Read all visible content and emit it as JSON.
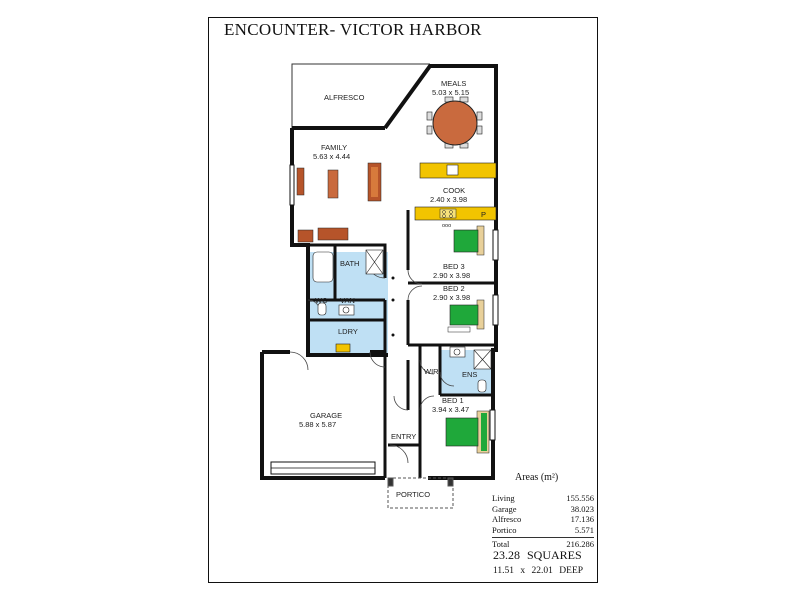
{
  "title": "ENCOUNTER- VICTOR HARBOR",
  "rooms": {
    "alfresco": "ALFRESCO",
    "meals_name": "MEALS",
    "meals_dim": "5.03 x 5.15",
    "family_name": "FAMILY",
    "family_dim": "5.63 x 4.44",
    "cook_name": "COOK",
    "cook_dim": "2.40 x 3.98",
    "bath": "BATH",
    "bed3_name": "BED 3",
    "bed3_dim": "2.90 x 3.98",
    "bed2_name": "BED 2",
    "bed2_dim": "2.90 x 3.98",
    "wc": "WC",
    "van": "VAN",
    "ldry": "LDRY",
    "wir": "WIR",
    "ens": "ENS",
    "garage_name": "GARAGE",
    "garage_dim": "5.88 x 5.87",
    "bed1_name": "BED 1",
    "bed1_dim": "3.94 x 3.47",
    "entry": "ENTRY",
    "portico": "PORTICO",
    "pantry_mark": "P"
  },
  "areas": {
    "title": "Areas (m²)",
    "rows": [
      {
        "label": "Living",
        "value": "155.556"
      },
      {
        "label": "Garage",
        "value": "38.023"
      },
      {
        "label": "Alfresco",
        "value": "17.136"
      },
      {
        "label": "Portico",
        "value": "5.571"
      }
    ],
    "total_label": "Total",
    "total_value": "216.286"
  },
  "summary": {
    "squares_value": "23.28",
    "squares_label": "SQUARES",
    "width": "11.51",
    "times": "x",
    "depth": "22.01",
    "deep_label": "DEEP"
  },
  "colors": {
    "wall": "#111111",
    "wet_area": "#bfe0f4",
    "bench": "#f2c400",
    "bed": "#1fa83a",
    "furniture": "#b6542a",
    "table": "#c96a3e"
  }
}
